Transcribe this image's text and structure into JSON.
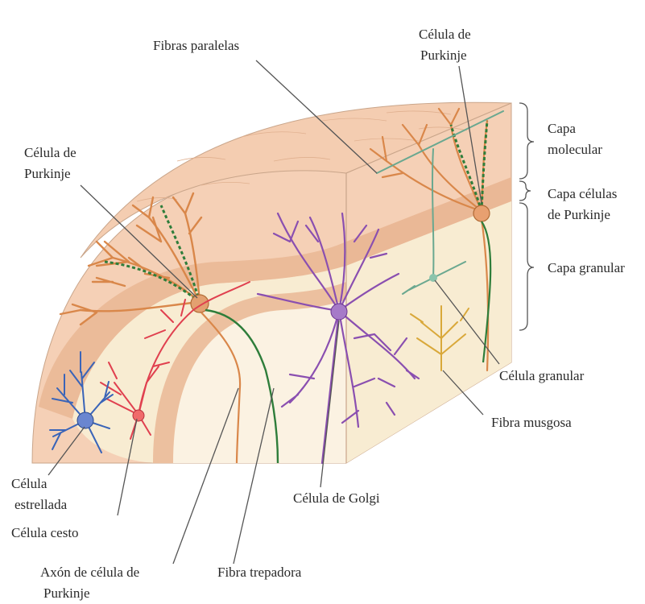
{
  "labels": {
    "fibras_paralelas": "Fibras paralelas",
    "purkinje_right": [
      "Célula de",
      "Purkinje"
    ],
    "purkinje_left": [
      "Célula de",
      "Purkinje"
    ],
    "capa_molecular": [
      "Capa",
      "molecular"
    ],
    "capa_purkinje": [
      "Capa células",
      "de Purkinje"
    ],
    "capa_granular": "Capa granular",
    "celula_granular": "Célula granular",
    "fibra_musgosa": "Fibra musgosa",
    "celula_estrellada": [
      "Célula",
      "estrellada"
    ],
    "celula_cesto": "Célula cesto",
    "celula_golgi": "Célula de Golgi",
    "axon_purkinje": [
      "Axón de célula de",
      "Purkinje"
    ],
    "fibra_trepadora": "Fibra trepadora"
  },
  "colors": {
    "molecular_layer": "#f5d0b6",
    "purkinje_layer": "#eab896",
    "granular_layer": "#f8ecd2",
    "white_matter": "#fbf2e2",
    "purkinje_cell": "#d9874a",
    "climbing_fiber": "#2e7d3a",
    "golgi_cell": "#8a4fb0",
    "basket_cell": "#e0404f",
    "stellate_cell": "#3a64b8",
    "granule_cell": "#6aa890",
    "mossy_fiber": "#d9a83a"
  }
}
